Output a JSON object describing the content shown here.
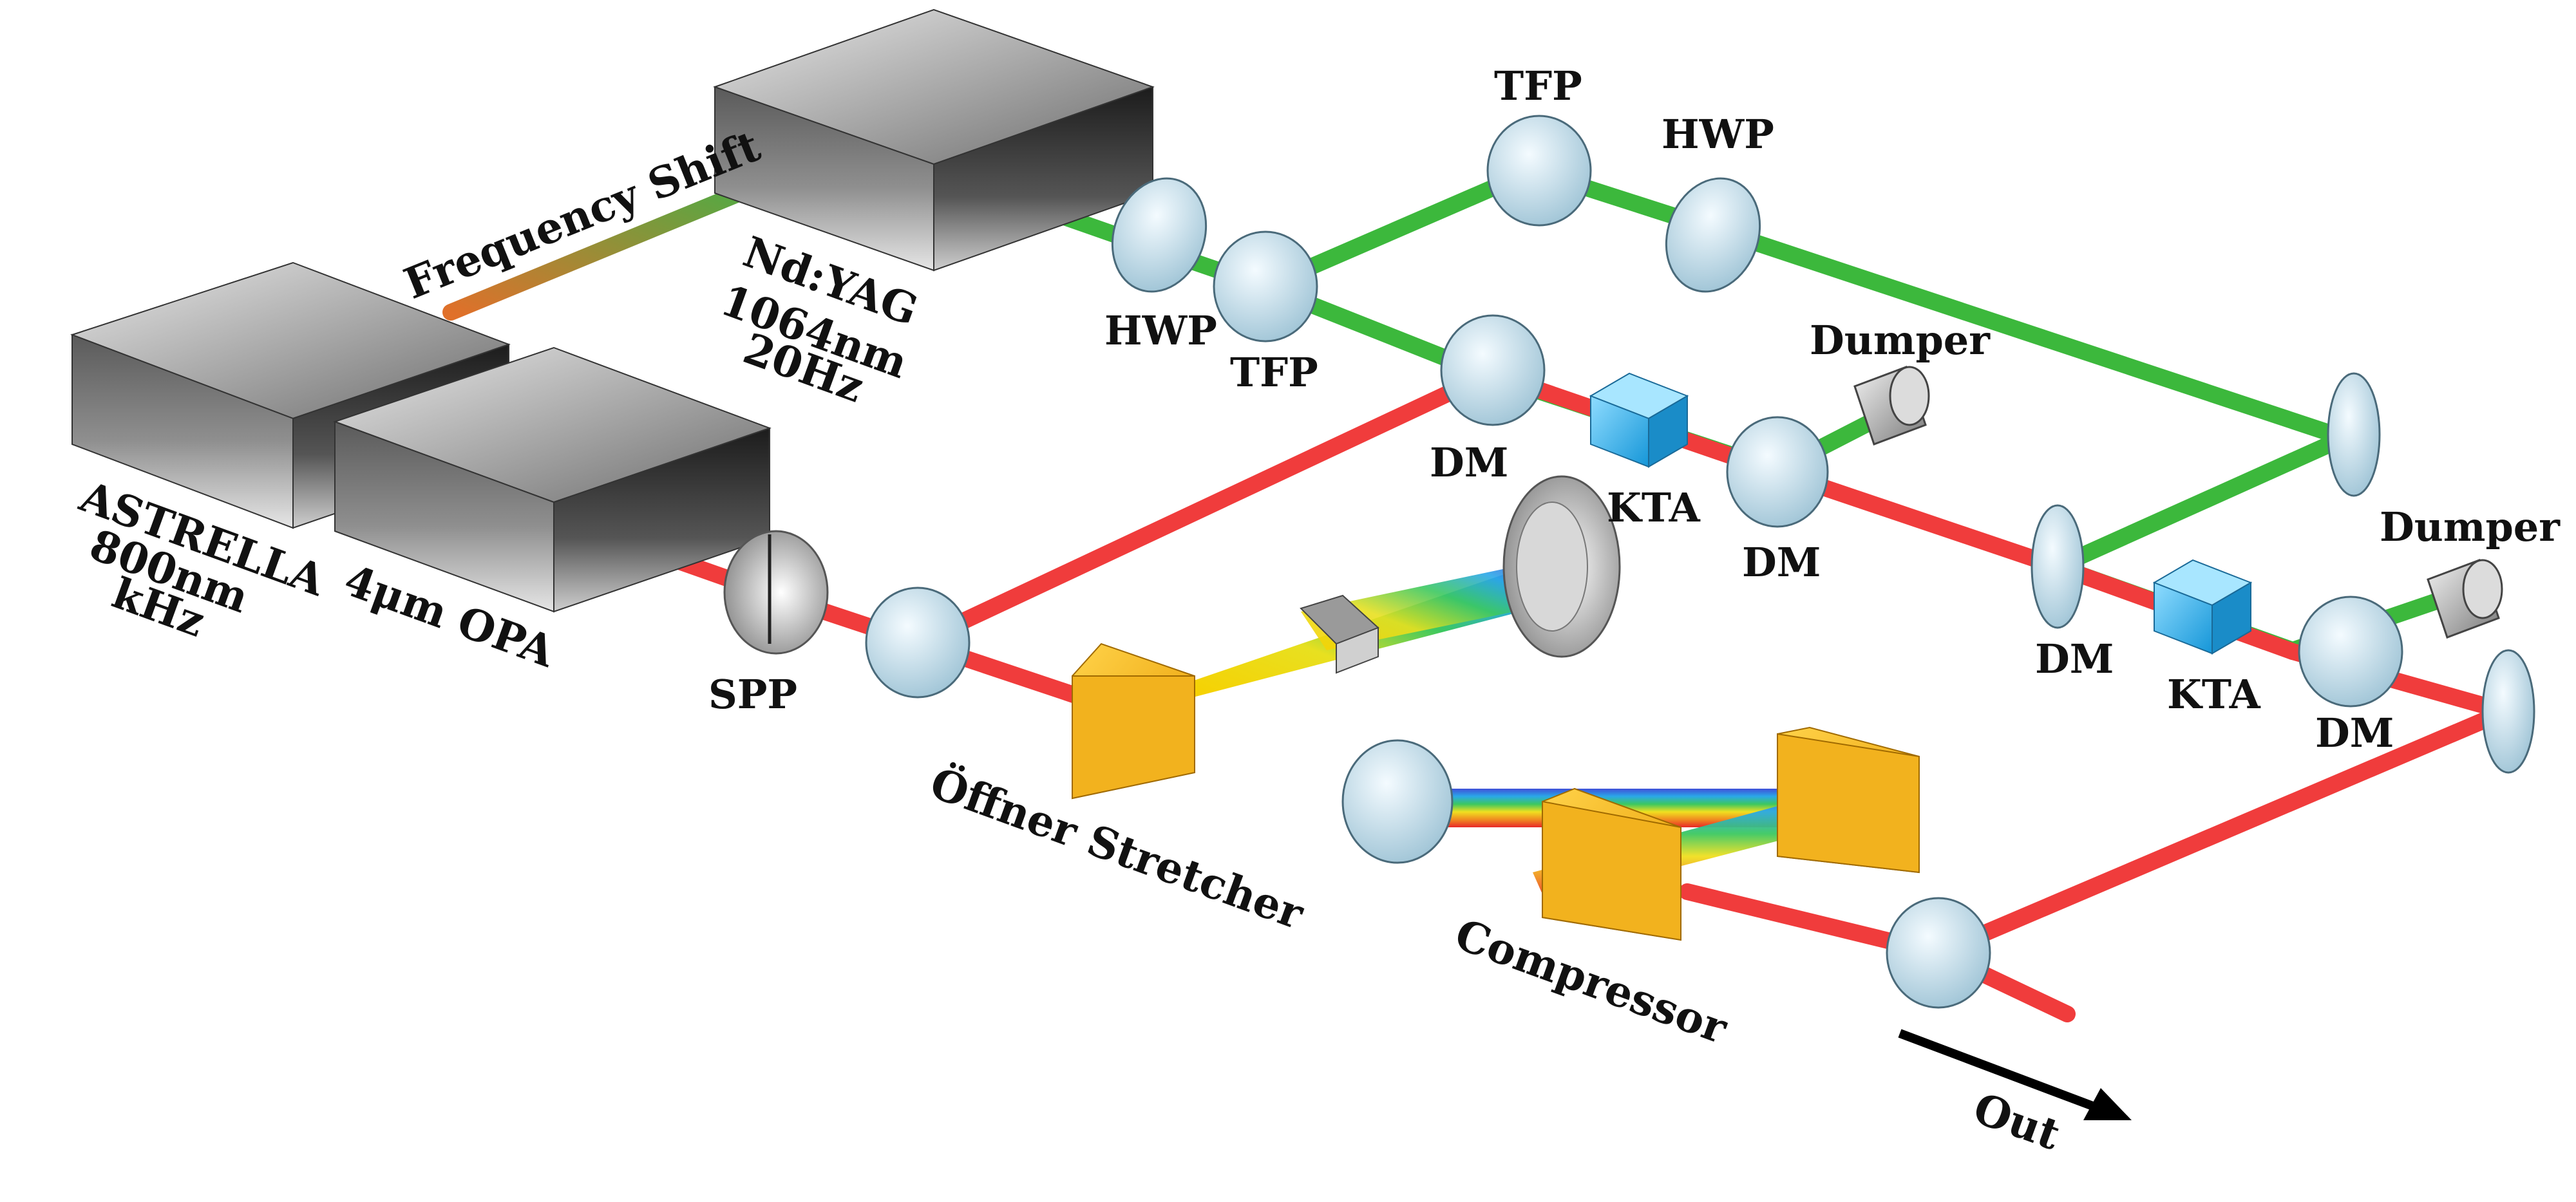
{
  "labels": {
    "astrella": [
      "ASTRELLA",
      "800nm",
      "kHz"
    ],
    "opa": "4μm OPA",
    "ndyag": [
      "Nd:YAG",
      "1064nm",
      "20Hz"
    ],
    "frequency_shift": "Frequency Shift",
    "hwp": "HWP",
    "tfp": "TFP",
    "dm": "DM",
    "kta": "KTA",
    "dumper": "Dumper",
    "spp": "SPP",
    "stretcher": "Öffner Stretcher",
    "compressor": "Compressor",
    "out": "Out"
  },
  "colors": {
    "pump_beam": "#3cb83c",
    "signal_beam": "#f03c3c",
    "optic": "#cfe3ee",
    "crystal": "#29aee8",
    "grating": "#f7b81a",
    "box_dark": "#2b2b2b",
    "box_light": "#d6d6d6"
  }
}
